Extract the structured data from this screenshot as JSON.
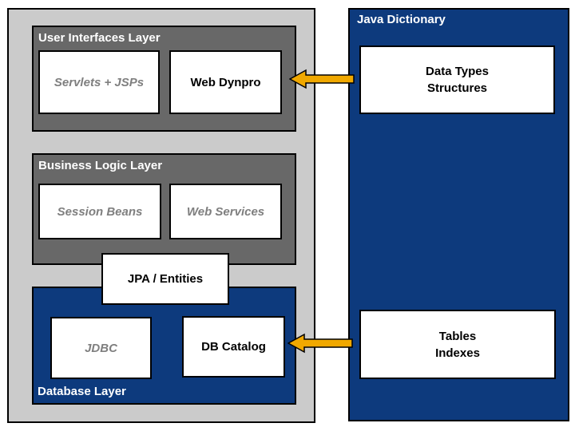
{
  "colors": {
    "navy": "#0d3a7d",
    "lightgray": "#cbcbcb",
    "darkgray": "#686868",
    "orange": "#f0a800",
    "mutedtext": "#7f7f7f"
  },
  "left_stack": {
    "ui_layer": {
      "title": "User Interfaces Layer",
      "boxes": [
        {
          "label": "Servlets + JSPs",
          "emphasis": "muted-italic"
        },
        {
          "label": "Web Dynpro",
          "emphasis": "normal"
        }
      ]
    },
    "business_layer": {
      "title": "Business Logic Layer",
      "boxes": [
        {
          "label": "Session Beans",
          "emphasis": "muted-italic"
        },
        {
          "label": "Web Services",
          "emphasis": "muted-italic"
        }
      ]
    },
    "jpa_box": {
      "label": "JPA / Entities"
    },
    "db_layer": {
      "title": "Database Layer",
      "boxes": [
        {
          "label": "JDBC",
          "emphasis": "muted-italic"
        },
        {
          "label": "DB Catalog",
          "emphasis": "normal"
        }
      ]
    }
  },
  "right_panel": {
    "title": "Java Dictionary",
    "boxes": [
      {
        "lines": [
          "Data Types",
          "Structures"
        ]
      },
      {
        "lines": [
          "Tables",
          "Indexes"
        ]
      }
    ]
  },
  "arrows": [
    {
      "name": "dictionary-to-web-dynpro",
      "direction": "left"
    },
    {
      "name": "dictionary-to-db-catalog",
      "direction": "left"
    }
  ]
}
